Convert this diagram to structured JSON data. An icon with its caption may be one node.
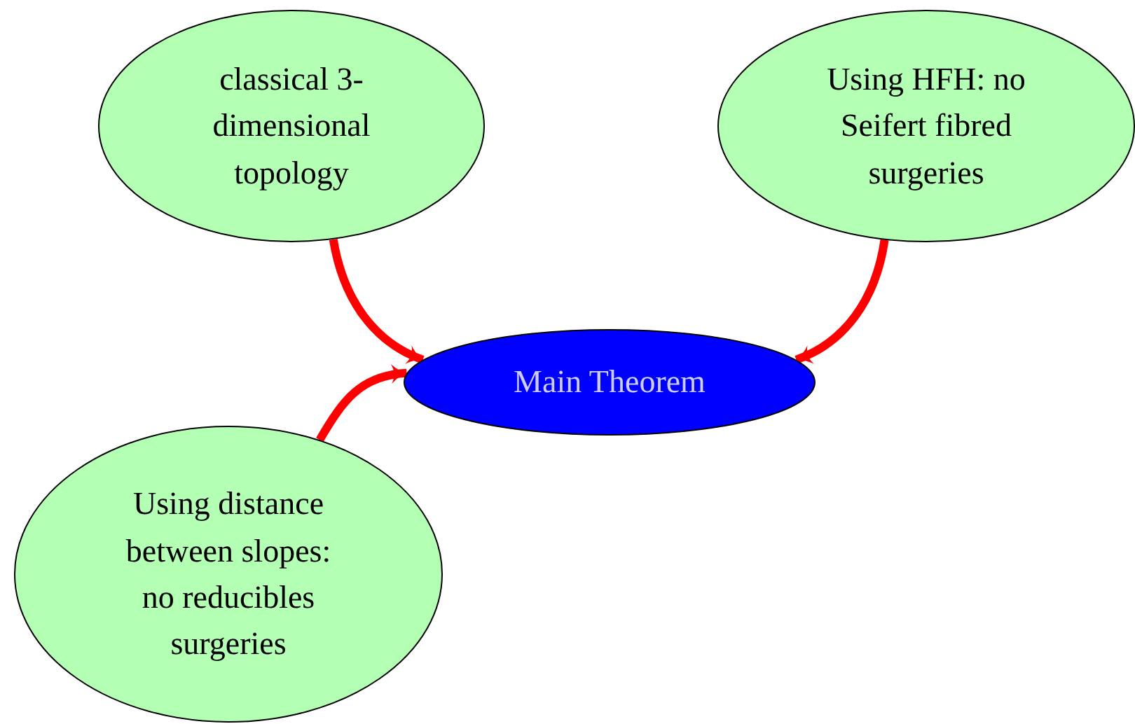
{
  "diagram": {
    "nodes": [
      {
        "text": [
          "classical 3-dimensional topology"
        ]
      },
      {
        "text": [
          "Using HFH: no Seifert fibred surgeries"
        ]
      },
      {
        "text": [
          "Main Theorem"
        ]
      },
      {
        "text": [
          "Using distance between slopes: no reducibles surgeries"
        ]
      }
    ],
    "edges": [
      {
        "from": 0,
        "to": 2,
        "arrow": "to"
      },
      {
        "from": 1,
        "to": 2,
        "arrow": "to"
      },
      {
        "from": 3,
        "to": 2,
        "arrow": "to"
      }
    ]
  }
}
